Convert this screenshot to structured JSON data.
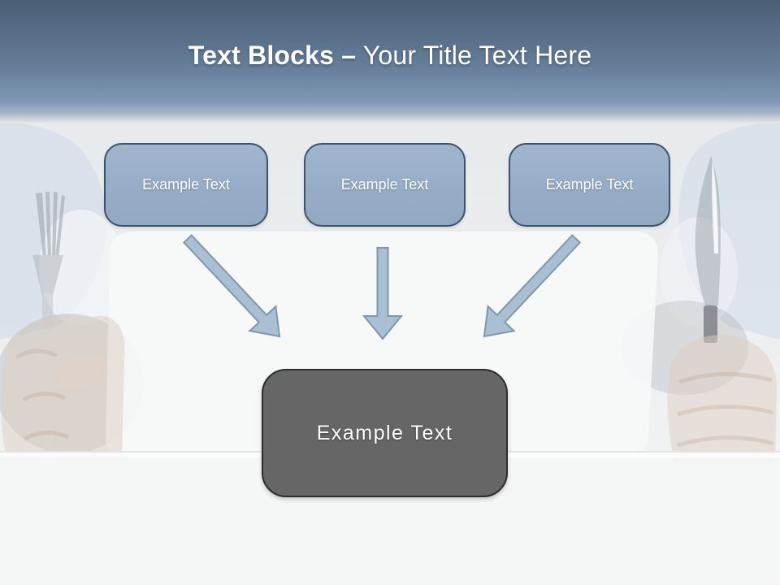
{
  "slide": {
    "title": {
      "bold_part": "Text Blocks –",
      "regular_part": " Your Title Text Here"
    },
    "diagram": {
      "top_boxes": [
        {
          "label": "Example Text"
        },
        {
          "label": "Example Text"
        },
        {
          "label": "Example Text"
        }
      ],
      "arrows": [
        "diagonal-down-right",
        "straight-down",
        "diagonal-down-left"
      ],
      "result_box": {
        "label": "Example Text"
      }
    },
    "background": {
      "photo_elements": [
        "left-arm",
        "fork-icon",
        "left-fist",
        "laptop",
        "right-fist",
        "knife-icon",
        "right-arm",
        "table-edge"
      ]
    },
    "colors": {
      "header_gradient_top": "#4f637a",
      "header_gradient_bottom": "#7e98b5",
      "top_box_fill": "#97adc6",
      "top_box_border": "#3d536b",
      "arrow_fill": "#a9bfd4",
      "arrow_border": "#8196ab",
      "result_box_fill": "#666666",
      "result_box_border": "#2d2d2d",
      "title_text": "#ffffff"
    }
  }
}
